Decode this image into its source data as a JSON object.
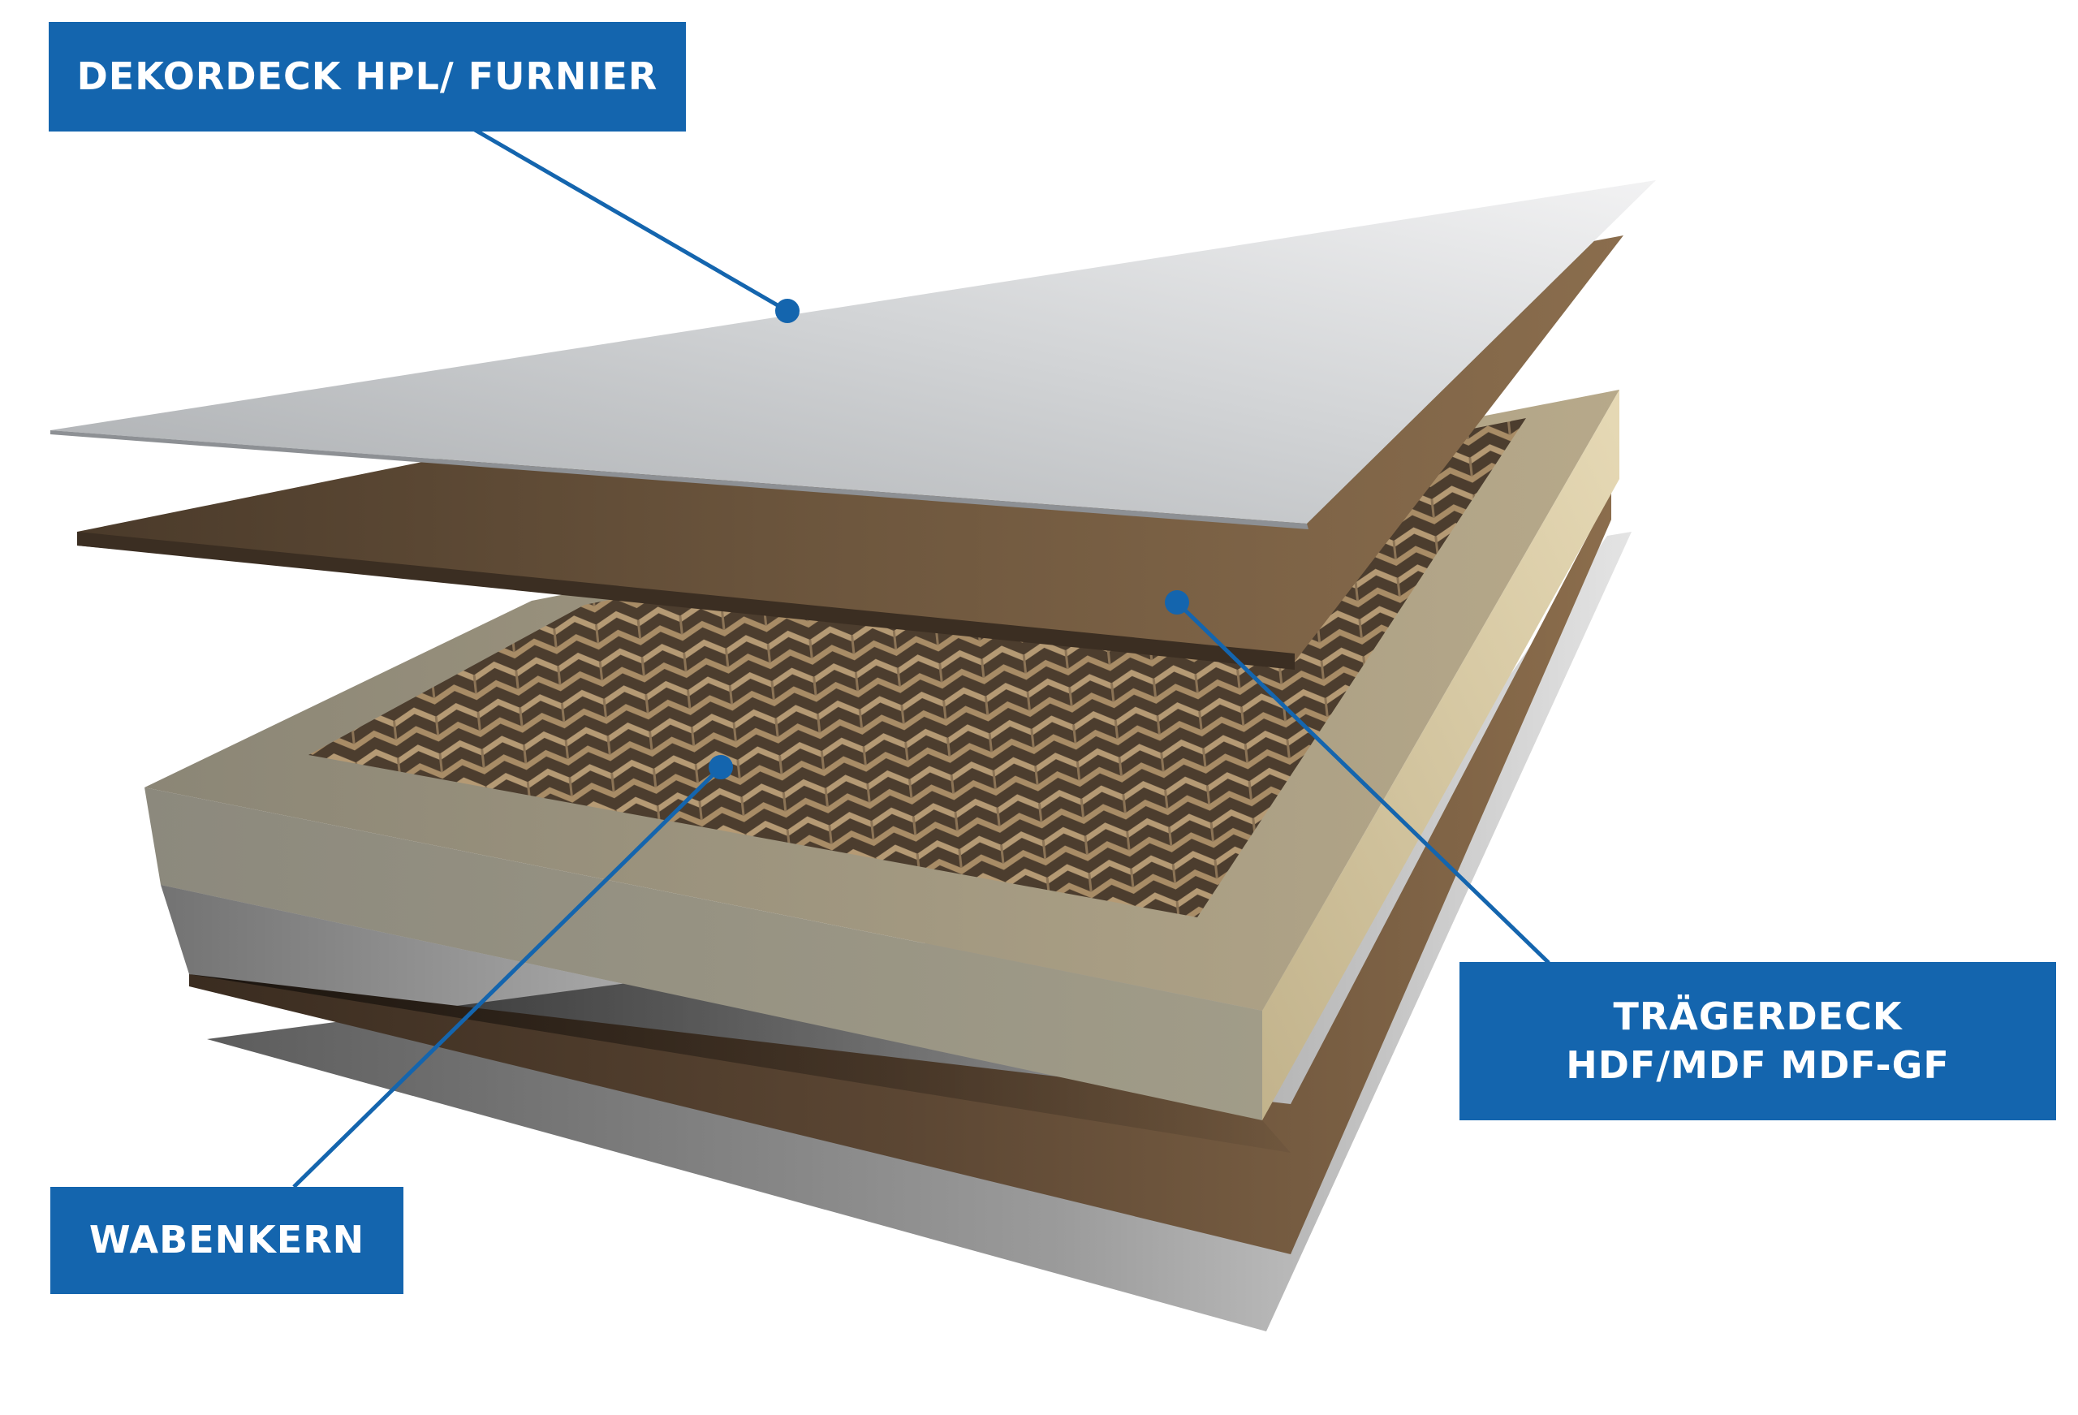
{
  "labels": {
    "dekordeck": "DEKORDECK HPL/ FURNIER",
    "traegerdeck_line1": "TRÄGERDECK",
    "traegerdeck_line2": "HDF/MDF MDF-GF",
    "wabenkern": "WABENKERN"
  },
  "colors": {
    "callout": "#1465ae",
    "callout_text": "#ffffff",
    "leader_line": "#1465ae"
  }
}
